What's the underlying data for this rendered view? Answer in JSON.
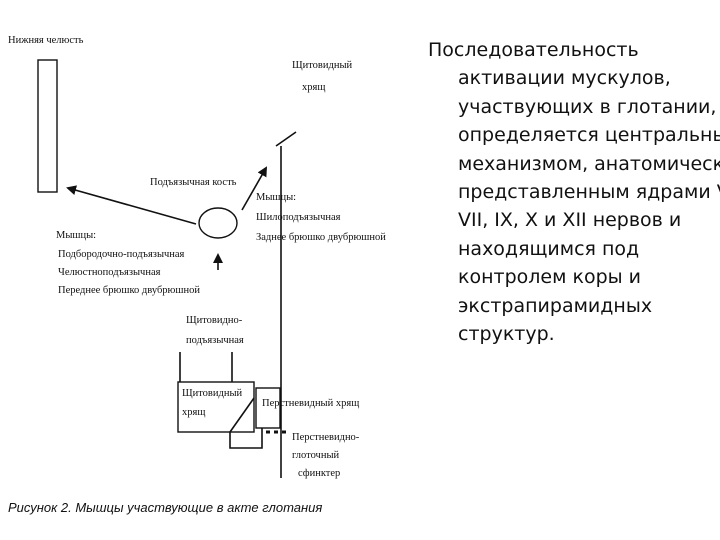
{
  "diagram": {
    "labels": {
      "lower_jaw": "Нижняя челюсть",
      "thyroid_cartilage_a": "Щитовидный",
      "thyroid_cartilage_b": "хрящ",
      "hyoid_bone": "Подъязычная кость",
      "muscle_left_heading": "Мышцы:",
      "muscle_left_1": "Подбородочно-подъязычная",
      "muscle_left_2": "Челюстноподъязычная",
      "muscle_left_3": "Переднее брюшко двубрюшной",
      "muscle_right_heading": "Мышцы:",
      "muscle_right_1": "Шилоподъязычная",
      "muscle_right_2": "Заднее брюшко двубрюшной",
      "thyrohyoid_a": "Щитовидно-",
      "thyrohyoid_b": "подъязычная",
      "thyroid_box_a": "Щитовидный",
      "thyroid_box_b": "хрящ",
      "cricoid": "Перстневидный хрящ",
      "cricopharyngeal_a": "Перстневидно-",
      "cricopharyngeal_b": "глоточный",
      "cricopharyngeal_c": "сфинктер"
    },
    "caption": "Рисунок 2. Мышцы участвующие в акте глотания"
  },
  "description": "Последовательность активации мускулов, участвующих в глотании, определяется центральным механизмом, анатомически представленным ядрами V, VII, IX, X и XII нервов и находящимся под контролем коры и экстрапирамидных структур."
}
